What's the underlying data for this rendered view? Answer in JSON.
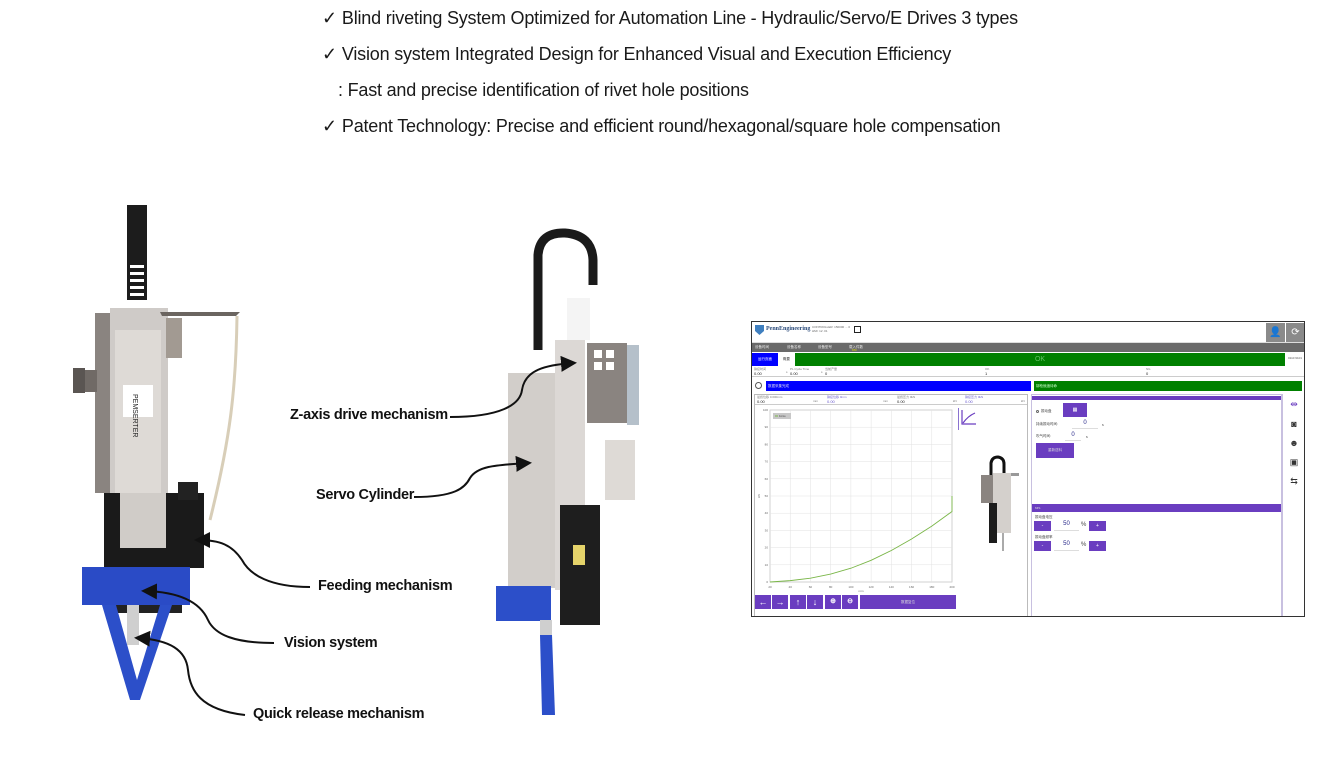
{
  "bullets": [
    {
      "check": "✓",
      "text": "Blind riveting System Optimized for Automation Line - Hydraulic/Servo/E Drives 3 types"
    },
    {
      "check": "✓",
      "text": "Vision system Integrated Design for Enhanced Visual and Execution Efficiency"
    },
    {
      "check": "",
      "text": ": Fast and precise identification of rivet hole positions"
    },
    {
      "check": "✓",
      "text": "Patent Technology: Precise and efficient round/hexagonal/square hole compensation"
    }
  ],
  "callouts": {
    "z_axis": "Z-axis drive mechanism",
    "servo_cylinder": "Servo Cylinder",
    "feeding": "Feeding mechanism",
    "vision": "Vision system",
    "quick_release": "Quick release mechanism"
  },
  "hmi": {
    "brand": "PennEngineering",
    "controller_line1": "CONTROLLER: 150000 ... 0",
    "controller_line2": "HMI: 12 .01",
    "menu": [
      "设备时间",
      "设备名称",
      "设备型号",
      "载入件数"
    ],
    "menu_sub": "KM",
    "tab_run": "运行页面",
    "tab_overview": "概要",
    "status": "OK",
    "version": "0110 9101",
    "info": [
      {
        "label": "铆接时间",
        "value": "0.00",
        "unit": "s"
      },
      {
        "label": "PL Cycle Time",
        "value": "0.00",
        "unit": "s"
      },
      {
        "label": "当前产量",
        "value": "0"
      },
      {
        "label": "OK",
        "value": "1"
      },
      {
        "label": "NG",
        "value": "0"
      }
    ],
    "blue_status": "数据采集完成",
    "green_status": "铆枪就绪待命",
    "readouts": [
      {
        "label": "最终位移 0.000mm",
        "value": "0.00",
        "unit": "mm"
      },
      {
        "label": "铆接位移 0mm",
        "value": "0.00",
        "unit": "mm"
      },
      {
        "label": "最终压力 0kN",
        "value": "0.00",
        "unit": "kN"
      },
      {
        "label": "铆接压力 0kN",
        "value": "0.00",
        "unit": "kN"
      }
    ],
    "nav_buttons": [
      "←",
      "→",
      "↑",
      "↓",
      "🔍+",
      "🔍-"
    ],
    "confirm_label": "数据复位",
    "panel_top": {
      "vibrator_label": "振动盘",
      "vibrator_checked": false,
      "continuous_time_label": "持续振动时间:",
      "continuous_time_value": "0",
      "blow_time_label": "吹气时间:",
      "blow_time_value": "0",
      "unit_s": "s",
      "button_label": "重新送料"
    },
    "panel_bottom": {
      "header": "MIS",
      "voltage_label": "振动盘电压",
      "voltage_value": "50",
      "freq_label": "振动盘频率",
      "freq_value": "50",
      "percent": "%",
      "minus": "-",
      "plus": "+"
    },
    "sidebar_icons": [
      "ruler-icon",
      "camera-icon",
      "face-icon",
      "touch-screen-icon",
      "swap-icon"
    ]
  },
  "chart_data": {
    "type": "line",
    "title": "",
    "xlabel": "mm",
    "ylabel": "kN",
    "xlim": [
      20,
      200
    ],
    "ylim": [
      0,
      100
    ],
    "xticks": [
      20,
      40,
      60,
      80,
      100,
      120,
      140,
      160,
      180,
      200
    ],
    "yticks": [
      0,
      10,
      20,
      30,
      40,
      50,
      60,
      70,
      80,
      90,
      100
    ],
    "grid": true,
    "legend": {
      "placement": "top-left",
      "entries": [
        "Force"
      ]
    },
    "series": [
      {
        "name": "Force",
        "color": "#7ab648",
        "x": [
          20,
          40,
          60,
          80,
          100,
          120,
          140,
          160,
          180,
          200,
          200
        ],
        "y": [
          0,
          0.8,
          2.2,
          4.6,
          8.0,
          12.6,
          18.3,
          25.0,
          32.5,
          41.0,
          50.0
        ]
      }
    ]
  }
}
